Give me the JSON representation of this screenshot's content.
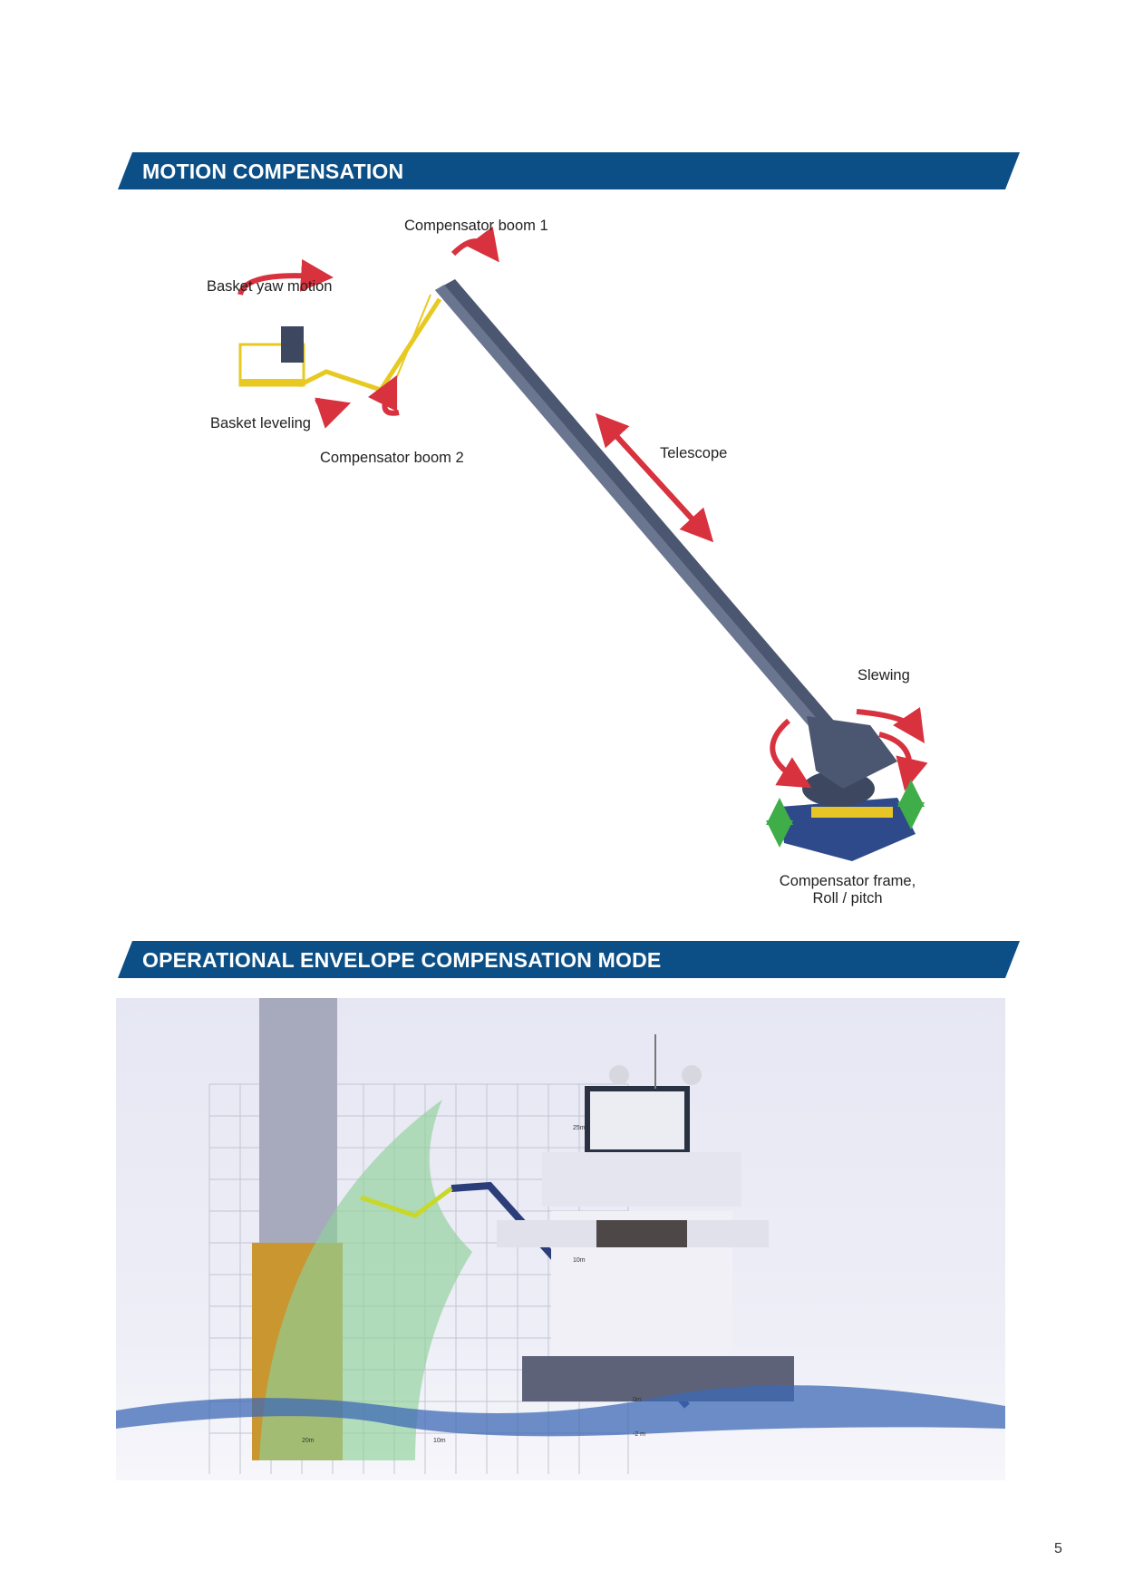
{
  "sections": [
    {
      "title": "MOTION COMPENSATION"
    },
    {
      "title": "OPERATIONAL ENVELOPE COMPENSATION MODE"
    }
  ],
  "diagram": {
    "labels": {
      "boom1": "Compensator boom 1",
      "yaw": "Basket yaw motion",
      "leveling": "Basket leveling",
      "boom2": "Compensator boom 2",
      "telescope": "Telescope",
      "slewing": "Slewing",
      "frame_line1": "Compensator frame,",
      "frame_line2": "Roll / pitch"
    },
    "colors": {
      "rotation_arrow": "#d8323e",
      "heave_arrow": "#3fae49",
      "boom": "#4b5670",
      "basket": "#f0d020"
    }
  },
  "envelope": {
    "height_ticks": {
      "t25": "25m",
      "t10": "10m",
      "t0": "0m",
      "tm2": "-2 m"
    },
    "distance_ticks": {
      "d20": "20m",
      "d10": "10m"
    },
    "colors": {
      "envelope": "#8fd199",
      "tower": "#a7a9bd",
      "vessel_hull": "#5d6278",
      "water": "#3e69b4"
    }
  },
  "page_number": "5"
}
